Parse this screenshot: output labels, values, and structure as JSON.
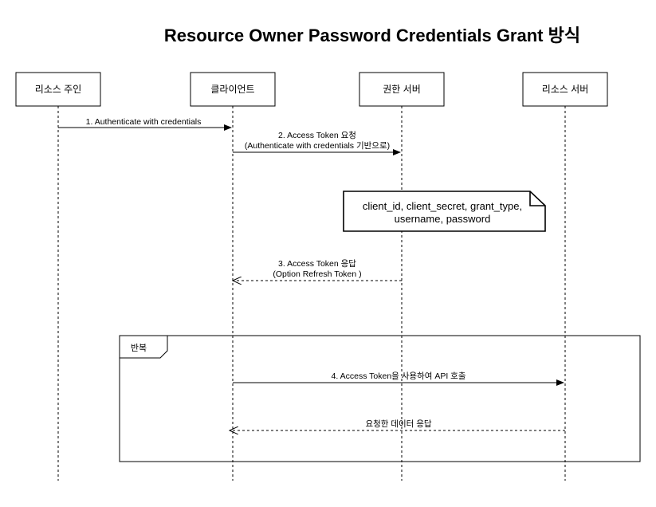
{
  "title": "Resource Owner Password Credentials Grant 방식",
  "actors": [
    {
      "id": "owner",
      "label": "리소스 주인"
    },
    {
      "id": "client",
      "label": "클라이언트"
    },
    {
      "id": "auth",
      "label": "권한 서버"
    },
    {
      "id": "resource",
      "label": "리소스 서버"
    }
  ],
  "messages": [
    {
      "id": "m1",
      "from": "owner",
      "to": "client",
      "style": "solid",
      "lines": [
        "1. Authenticate with credentials"
      ]
    },
    {
      "id": "m2",
      "from": "client",
      "to": "auth",
      "style": "solid",
      "lines": [
        "2. Access Token 요청",
        "(Authenticate with credentials 기반으로)"
      ]
    },
    {
      "id": "m3",
      "from": "auth",
      "to": "client",
      "style": "dashed",
      "lines": [
        "3. Access Token 응답",
        "(Option Refresh Token )"
      ]
    },
    {
      "id": "m4",
      "from": "client",
      "to": "resource",
      "style": "solid",
      "lines": [
        "4. Access Token을 사용하여 API 호출"
      ]
    },
    {
      "id": "m5",
      "from": "resource",
      "to": "client",
      "style": "dashed",
      "lines": [
        "요청한 데이터 응답"
      ]
    }
  ],
  "note": {
    "lines": [
      "client_id, client_secret, grant_type,",
      "username, password"
    ]
  },
  "loop_frame": {
    "label": "반복"
  }
}
